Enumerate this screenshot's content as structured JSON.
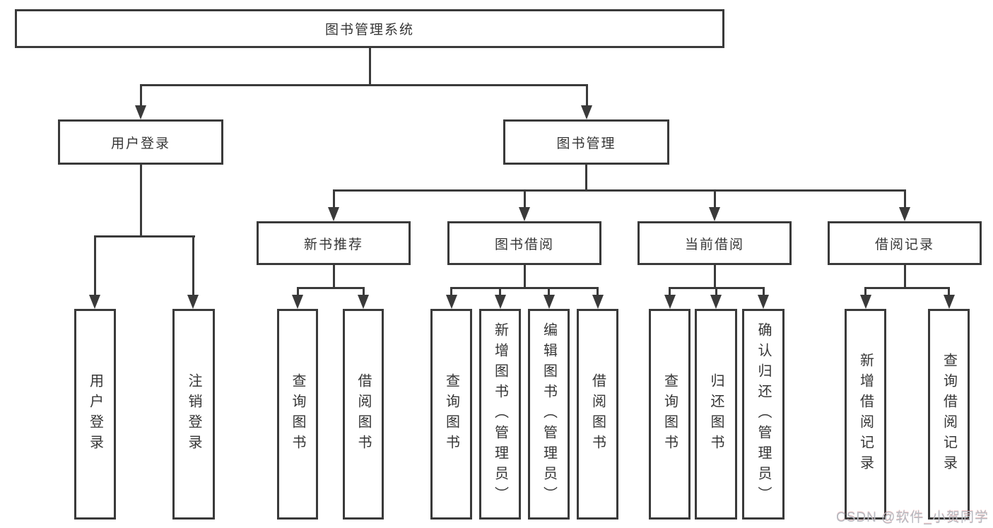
{
  "title": "图书管理系统",
  "watermark": "CSDN @软件_小贺同学",
  "colors": {
    "line": "#3a3a3a",
    "text": "#363636",
    "background": "#ffffff",
    "watermark": "#b7bbc2"
  },
  "tree": {
    "root": {
      "label": "图书管理系统"
    },
    "branches": [
      {
        "label": "用户登录",
        "children": [
          "用户登录",
          "注销登录"
        ]
      },
      {
        "label": "图书管理",
        "sections": [
          {
            "label": "新书推荐",
            "children": [
              "查询图书",
              "借阅图书"
            ]
          },
          {
            "label": "图书借阅",
            "children": [
              "查询图书",
              "新增图书（管理员）",
              "编辑图书（管理员）",
              "借阅图书"
            ]
          },
          {
            "label": "当前借阅",
            "children": [
              "查询图书",
              "归还图书",
              "确认归还（管理员）"
            ]
          },
          {
            "label": "借阅记录",
            "children": [
              "新增借阅记录",
              "查询借阅记录"
            ]
          }
        ]
      }
    ]
  }
}
